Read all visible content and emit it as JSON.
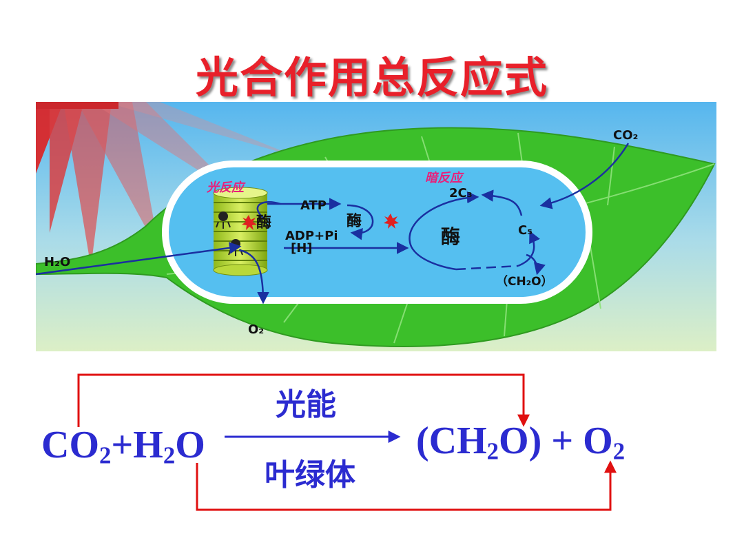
{
  "title": "光合作用总反应式",
  "diagram": {
    "light_reaction_label": "光反应",
    "dark_reaction_label": "暗反应",
    "atp": "ATP",
    "adp_pi": "ADP+Pi",
    "h": "[H]",
    "enzyme": "酶",
    "c3": "2C₃",
    "c5": "C₅",
    "ch2o": "（CH₂O）",
    "co2": "CO₂",
    "o2": "O₂",
    "h2o": "H₂O"
  },
  "equation": {
    "reactants_part1": "CO",
    "reactants_sub1": "2",
    "reactants_part2": "+H",
    "reactants_sub2": "2",
    "reactants_part3": "O",
    "condition_top": "光能",
    "condition_bottom": "叶绿体",
    "products_part1": "(CH",
    "products_sub1": "2",
    "products_part2": "O) + O",
    "products_sub2": "2"
  },
  "colors": {
    "title": "#e8202a",
    "equation": "#2b2bd0",
    "connector": "#e01010",
    "leaf": "#3cbf2a",
    "chloroplast": "#55bff0"
  }
}
